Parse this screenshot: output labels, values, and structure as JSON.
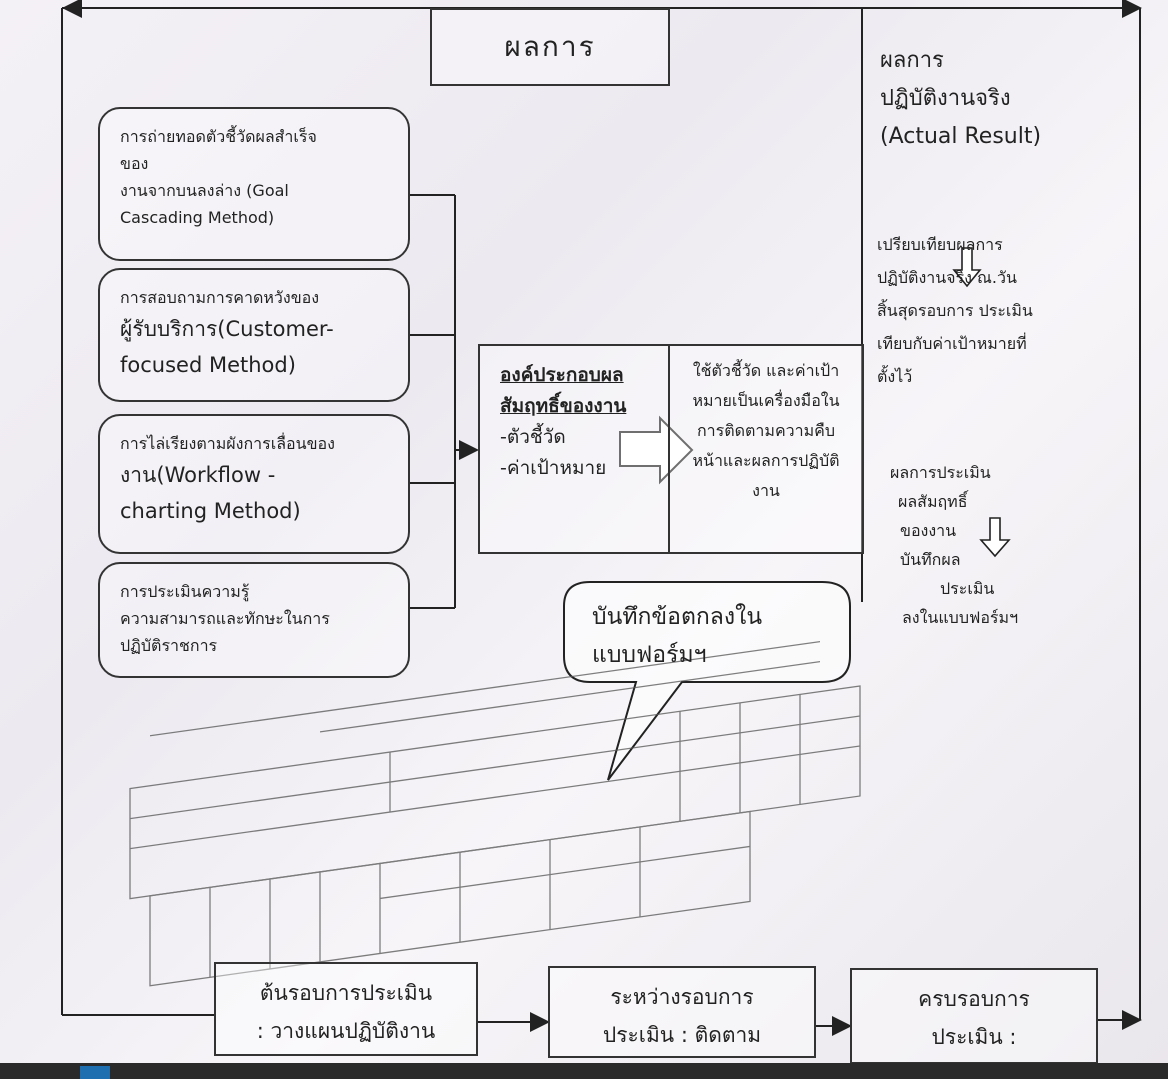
{
  "title": "ผลการ",
  "actual_result": {
    "line1": "ผลการ",
    "line2": "ปฏิบัติงานจริง",
    "line3": "(Actual Result)"
  },
  "methods": [
    {
      "lines": [
        "การถ่ายทอดตัวชี้วัดผลสำเร็จ",
        "ของ",
        "งานจากบนลงล่าง (Goal",
        "Cascading Method)"
      ]
    },
    {
      "lines": [
        "การสอบถามการคาดหวังของ",
        "ผู้รับบริการ(Customer-",
        "focused Method)"
      ]
    },
    {
      "lines": [
        "การไล่เรียงตามผังการเลื่อนของ",
        "งาน(Workflow -",
        "charting Method)"
      ]
    },
    {
      "lines": [
        "การประเมินความรู้",
        "ความสามารถและทักษะในการ",
        "ปฏิบัติราชการ"
      ]
    }
  ],
  "components": {
    "heading": "องค์ประกอบผลสัมฤทธิ์ของงาน",
    "item1": "-ตัวชี้วัด",
    "item2": "-ค่าเป้าหมาย"
  },
  "usage": {
    "text": "ใช้ตัวชี้วัด และค่าเป้าหมายเป็นเครื่องมือในการติดตามความคืบหน้าและผลการปฏิบัติงาน"
  },
  "compare_text": {
    "line1": "เปรียบเทียบผลการ",
    "line2": "ปฏิบัติงานจริง ณ.วัน",
    "line3": "สิ้นสุดรอบการ  ประเมิน",
    "line4": "เทียบกับค่าเป้าหมายที่",
    "line5": "ตั้งไว้"
  },
  "evaluation_result": {
    "line1": "ผลการประเมิน",
    "line2": "ผลสัมฤทธิ์",
    "line3": "ของงาน",
    "line4": "บันทึกผล",
    "line5": "ประเมิน",
    "line6": "ลงในแบบฟอร์มฯ"
  },
  "bubble": {
    "line1": "บันทึกข้อตกลงใน",
    "line2": "แบบฟอร์มฯ"
  },
  "stages": [
    {
      "line1": "ต้นรอบการประเมิน",
      "line2": ": วางแผนปฏิบัติงาน"
    },
    {
      "line1": "ระหว่างรอบการ",
      "line2": "ประเมิน : ติดตาม"
    },
    {
      "line1": "ครบรอบการ",
      "line2": "ประเมิน :"
    }
  ]
}
